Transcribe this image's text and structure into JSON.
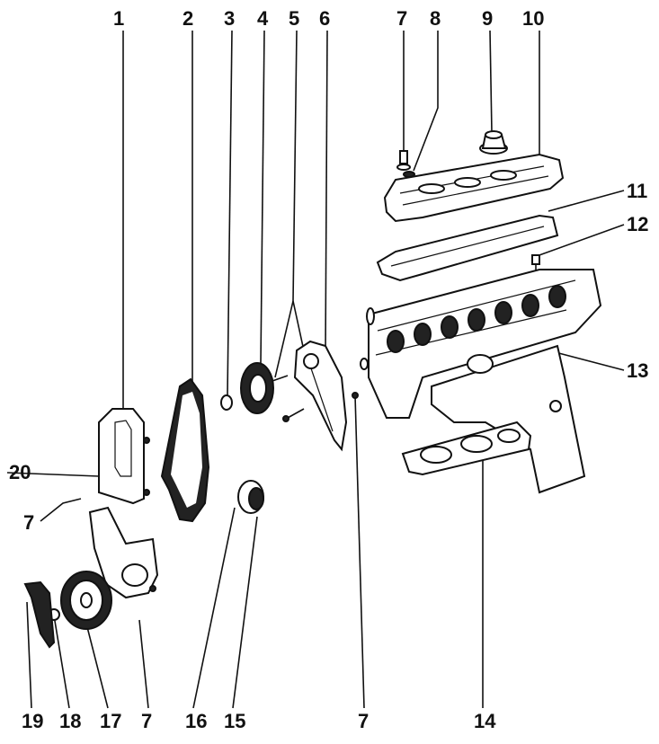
{
  "callouts": {
    "c1": "1",
    "c2": "2",
    "c3": "3",
    "c4": "4",
    "c5": "5",
    "c6": "6",
    "c7_top": "7",
    "c8": "8",
    "c9": "9",
    "c10": "10",
    "c11": "11",
    "c12": "12",
    "c13": "13",
    "c14": "14",
    "c15": "15",
    "c16": "16",
    "c17": "17",
    "c18": "18",
    "c19": "19",
    "c20": "20",
    "c7_left": "7",
    "c7_bottom_left": "7",
    "c7_bottom_right": "7"
  }
}
